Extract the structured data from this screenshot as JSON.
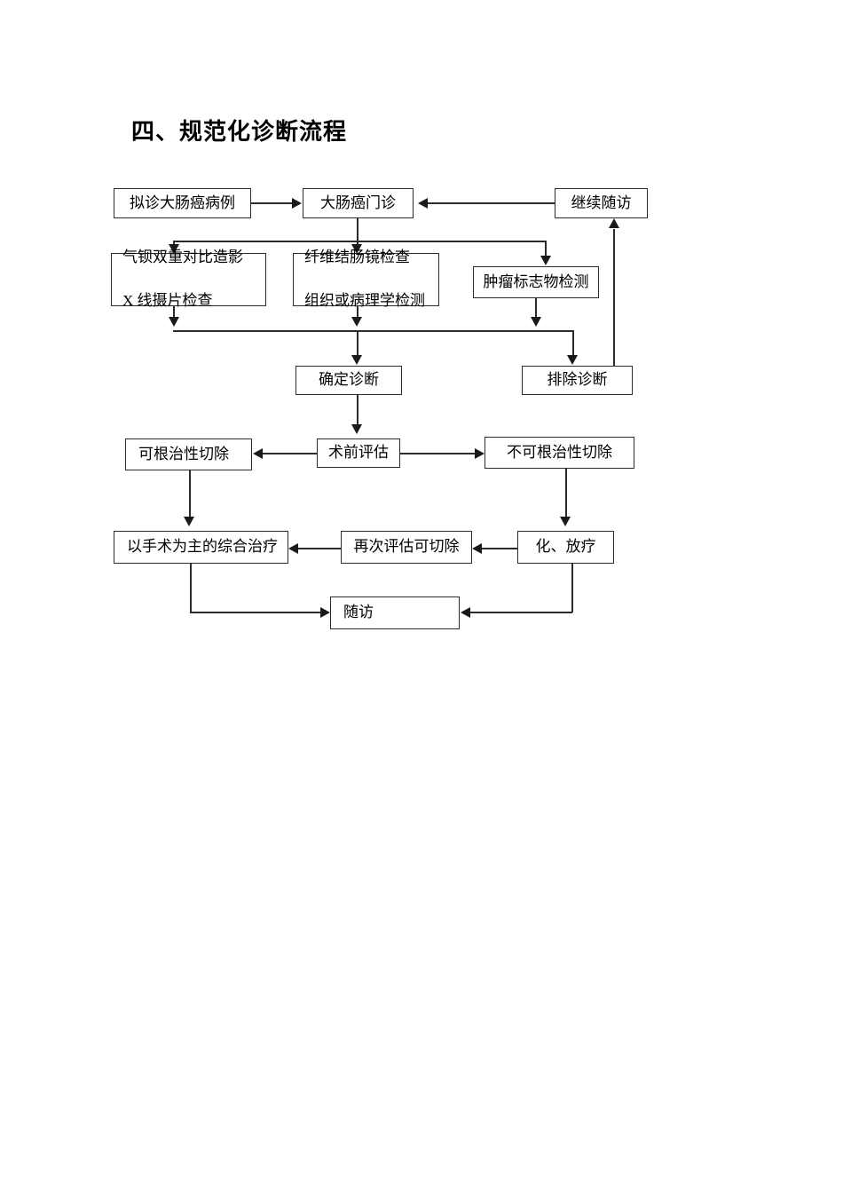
{
  "document": {
    "title": "四、规范化诊断流程"
  },
  "flowchart": {
    "nodes": [
      {
        "id": "n1",
        "label": "拟诊大肠癌病例"
      },
      {
        "id": "n2",
        "label": "大肠癌门诊"
      },
      {
        "id": "n3",
        "label": "继续随访"
      },
      {
        "id": "n4",
        "line1": "气钡双重对比造影",
        "line2": "X 线摄片检查"
      },
      {
        "id": "n5",
        "line1": "纤维结肠镜检查",
        "line2": "组织或病理学检测"
      },
      {
        "id": "n6",
        "label": "肿瘤标志物检测"
      },
      {
        "id": "n7",
        "label": "确定诊断"
      },
      {
        "id": "n8",
        "label": "排除诊断"
      },
      {
        "id": "n9",
        "label": "可根治性切除"
      },
      {
        "id": "n10",
        "label": "术前评估"
      },
      {
        "id": "n11",
        "label": "不可根治性切除"
      },
      {
        "id": "n12",
        "label": "以手术为主的综合治疗"
      },
      {
        "id": "n13",
        "label": "再次评估可切除"
      },
      {
        "id": "n14",
        "label": "化、放疗"
      },
      {
        "id": "n15",
        "label": "随访"
      }
    ],
    "colors": {
      "line": "#2b2b2b",
      "arrow": "#1a1a1a",
      "box_border": "#2b2b2b",
      "box_fill": "#ffffff",
      "text": "#000000",
      "page_background": "#ffffff"
    }
  }
}
